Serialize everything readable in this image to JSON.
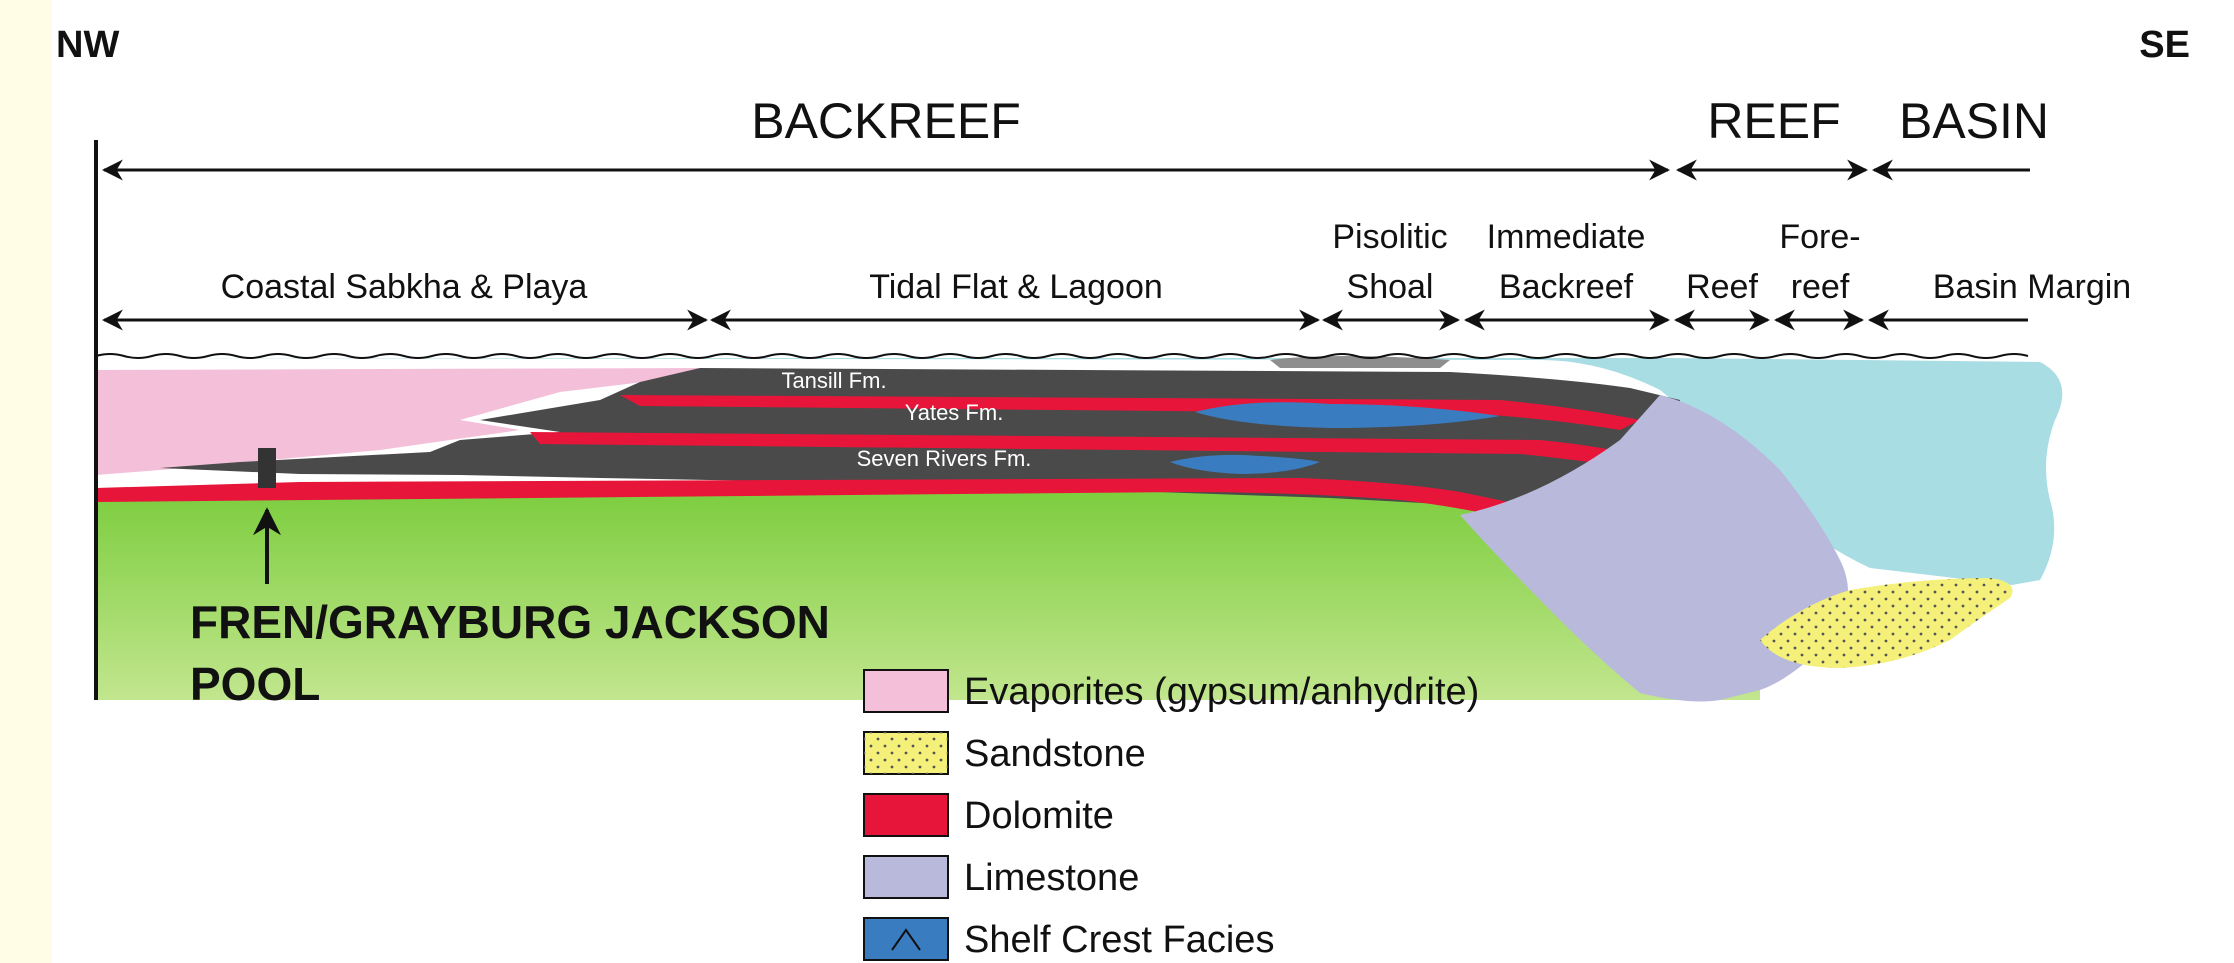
{
  "directions": {
    "left": "NW",
    "right": "SE"
  },
  "regions": {
    "backreef": "BACKREEF",
    "reef": "REEF",
    "basin": "BASIN"
  },
  "zones": {
    "coastal": "Coastal Sabkha & Playa",
    "tidal": "Tidal Flat & Lagoon",
    "pisolitic_1": "Pisolitic",
    "pisolitic_2": "Shoal",
    "immediate_1": "Immediate",
    "immediate_2": "Backreef",
    "reef": "Reef",
    "forereef_1": "Fore-",
    "forereef_2": "reef",
    "basin_margin": "Basin Margin"
  },
  "formations": {
    "tansill": "Tansill Fm.",
    "yates": "Yates Fm.",
    "seven_rivers": "Seven Rivers Fm."
  },
  "pool": {
    "line1": "FREN/GRAYBURG JACKSON",
    "line2": "POOL"
  },
  "legend": [
    {
      "label": "Evaporites (gypsum/anhydrite)",
      "color": "#f4bfd8",
      "pattern": "none"
    },
    {
      "label": "Sandstone",
      "color": "#f4f07a",
      "pattern": "dots"
    },
    {
      "label": "Dolomite",
      "color": "#e8153a",
      "pattern": "none"
    },
    {
      "label": "Limestone",
      "color": "#b9b9dc",
      "pattern": "none"
    },
    {
      "label": "Shelf Crest Facies",
      "color": "#3a7cc0",
      "pattern": "caret"
    }
  ],
  "colors": {
    "sidebar": "#fffde6",
    "substrate": "#9ad65a",
    "water": "#a8dde4",
    "evaporites": "#f4bfd8",
    "dolomite": "#e8153a",
    "shale": "#4a4a4a",
    "limestone": "#b9b9dc",
    "sandstone": "#f4f07a",
    "shelf_crest": "#3a7cc0"
  }
}
